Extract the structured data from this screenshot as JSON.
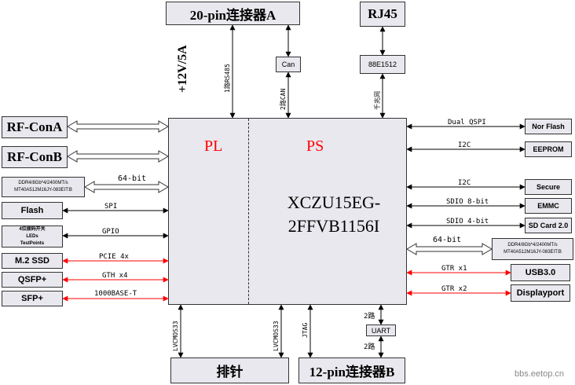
{
  "chip": {
    "pl_label": "PL",
    "ps_label": "PS",
    "name_line1": "XCZU15EG-",
    "name_line2": "2FFVB1156I"
  },
  "top": {
    "conn20": "20-pin连接器A",
    "rj45": "RJ45",
    "can": "Can",
    "phy": "88E1512",
    "power": "+12V/5A",
    "rs485_label": "1路RS485",
    "can_label": "2路CAN",
    "eth_label": "千兆网"
  },
  "left": {
    "rfa": "RF-ConA",
    "rfb": "RF-ConB",
    "ddr_line1": "DDR4/8Gb*4/2400MT/s",
    "ddr_line2": "MT40A512M16JY-083EIT:B",
    "ddr_bus": "64-bit",
    "flash": "Flash",
    "flash_bus": "SPI",
    "switch_line1": "4位拨码开关",
    "switch_line2": "LEDs",
    "switch_line3": "TestPoints",
    "gpio": "GPIO",
    "m2": "M.2 SSD",
    "m2_bus": "PCIE 4x",
    "qsfp": "QSFP+",
    "qsfp_bus": "GTH x4",
    "sfp": "SFP+",
    "sfp_bus": "1000BASE-T"
  },
  "right": {
    "norflash": "Nor Flash",
    "norflash_bus": "Dual QSPI",
    "eeprom": "EEPROM",
    "eeprom_bus": "I2C",
    "secure": "Secure",
    "secure_bus": "I2C",
    "emmc": "EMMC",
    "emmc_bus": "SDIO 8-bit",
    "sdcard": "SD Card 2.0",
    "sdcard_bus": "SDIO 4-bit",
    "ddr_bus": "64-bit",
    "ddr_line1": "DDR4/8Gb*4/2400MT/s",
    "ddr_line2": "MT40A512M16JY-083EIT:B",
    "usb": "USB3.0",
    "usb_bus": "GTR x1",
    "dp": "Displayport",
    "dp_bus": "GTR x2"
  },
  "bottom": {
    "header": "排针",
    "conn12": "12-pin连接器B",
    "uart": "UART",
    "lvcmos_a": "LVCMOS33",
    "lvcmos_b": "LVCMOS33",
    "jtag": "JTAG",
    "uart_top": "2路",
    "uart_bot": "2路"
  },
  "watermark": "bbs.eetop.cn",
  "colors": {
    "red": "#ff0000",
    "line": "#000000",
    "box": "#e8e8ee"
  }
}
